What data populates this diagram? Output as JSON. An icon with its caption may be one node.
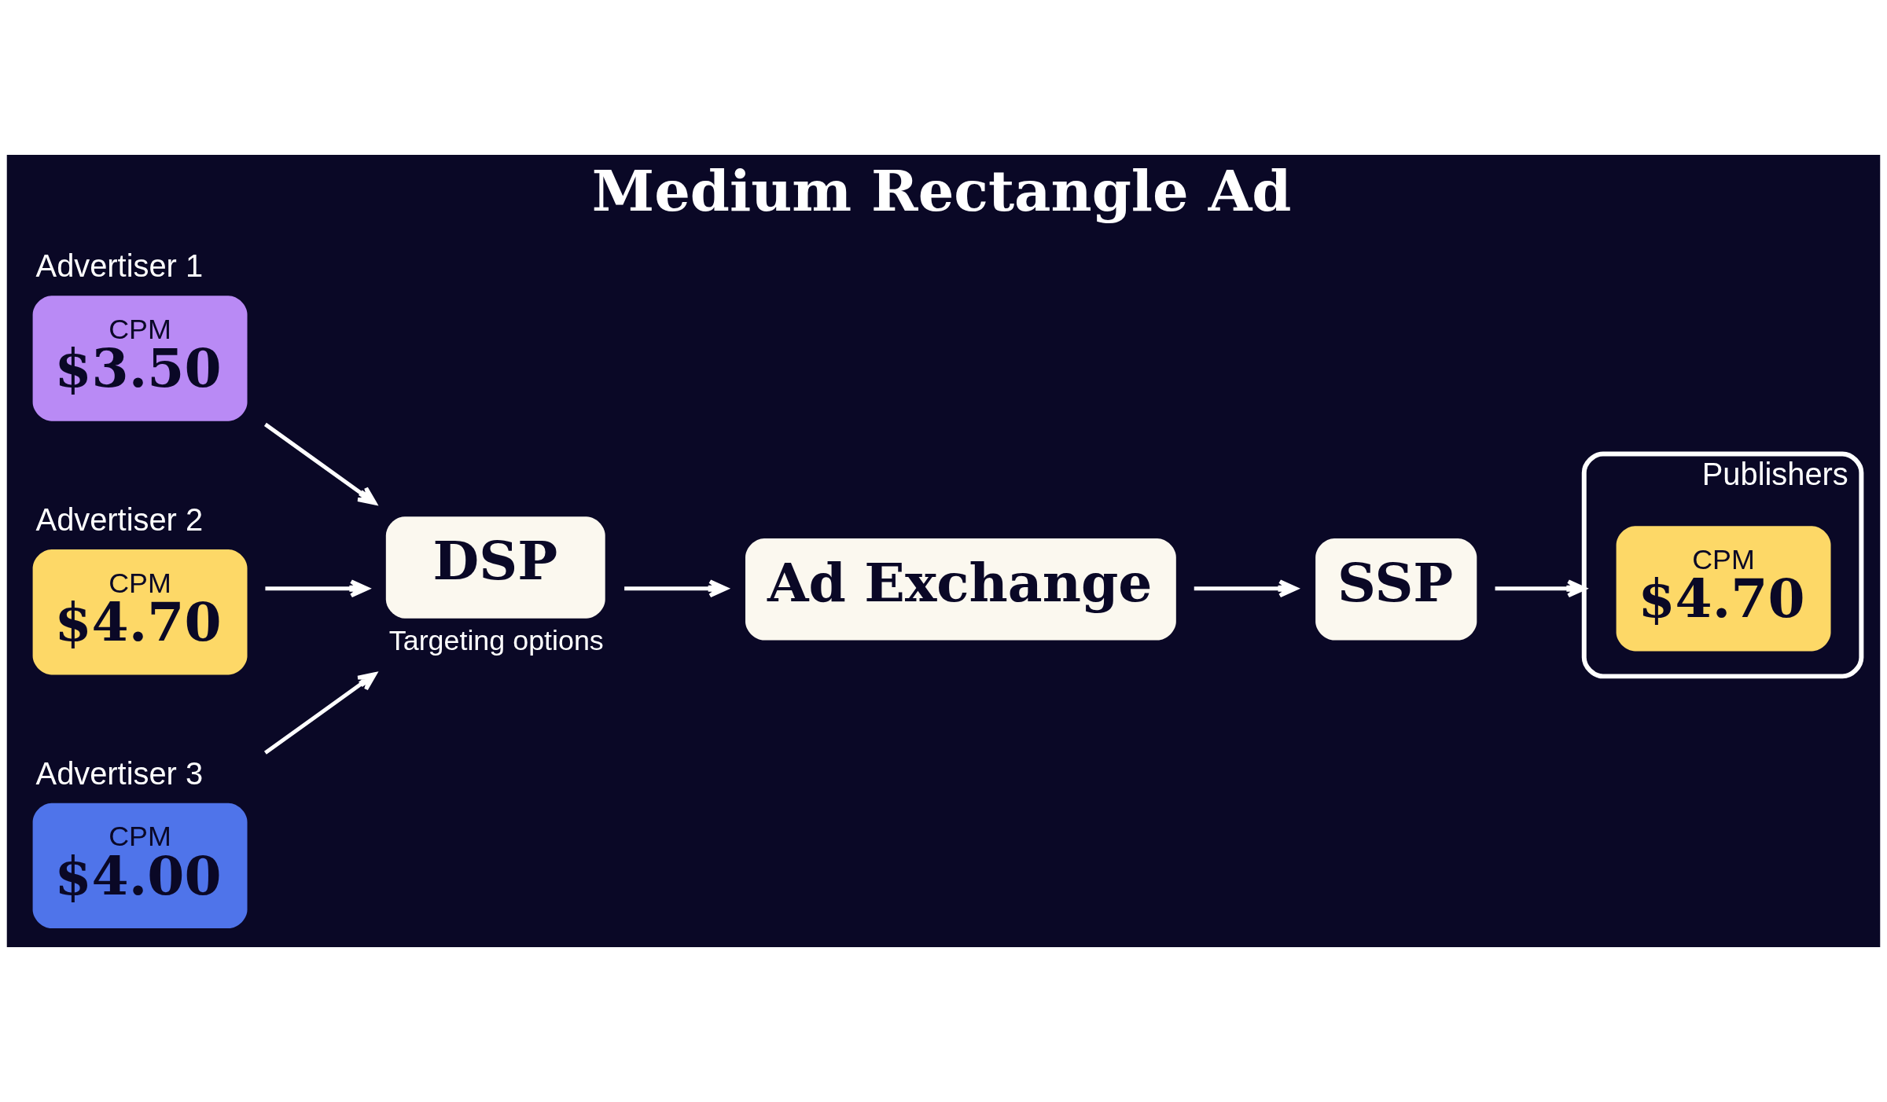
{
  "diagram": {
    "title": "Medium Rectangle Ad",
    "nodes": [
      {
        "text": [
          "Advertiser 1",
          "CPM",
          "$3.50"
        ]
      },
      {
        "text": [
          "Advertiser 2",
          "CPM",
          "$4.70"
        ]
      },
      {
        "text": [
          "Advertiser 3",
          "CPM",
          "$4.00"
        ]
      },
      {
        "text": [
          "DSP"
        ],
        "beside": [
          "Targeting options"
        ]
      },
      {
        "text": [
          "Ad Exchange"
        ]
      },
      {
        "text": [
          "SSP"
        ]
      },
      {
        "text": [
          "Publishers"
        ]
      },
      {
        "text": [
          "CPM",
          "$4.70"
        ],
        "in": 6
      }
    ],
    "edges": [
      {
        "from": 0,
        "to": 3,
        "arrow": "to"
      },
      {
        "from": 1,
        "to": 3,
        "arrow": "to"
      },
      {
        "from": 2,
        "to": 3,
        "arrow": "to"
      },
      {
        "from": 3,
        "to": 4,
        "arrow": "to"
      },
      {
        "from": 4,
        "to": 5,
        "arrow": "to"
      },
      {
        "from": 5,
        "to": 6,
        "arrow": "to"
      }
    ]
  }
}
